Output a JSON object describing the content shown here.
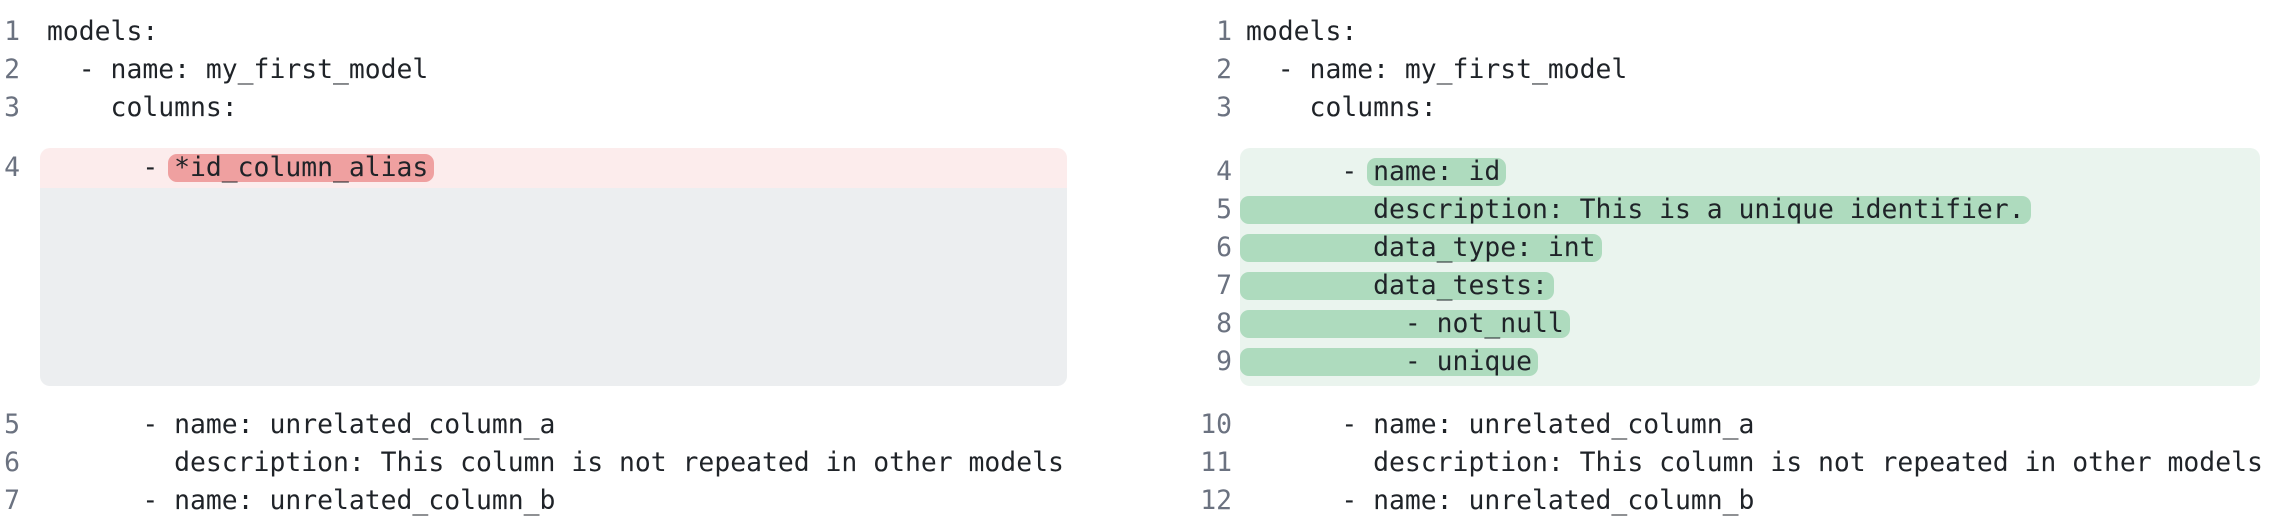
{
  "diff_view": {
    "kind": "split-diff",
    "language": "yaml",
    "panes": [
      {
        "side": "left",
        "variant": "removed",
        "sections": [
          {
            "kind": "context",
            "lines": [
              {
                "num": "1",
                "text": "models:"
              },
              {
                "num": "2",
                "text": "  - name: my_first_model"
              },
              {
                "num": "3",
                "text": "    columns:"
              }
            ]
          },
          {
            "kind": "changed",
            "lines": [
              {
                "num": "4",
                "segments": [
                  {
                    "text": "      - ",
                    "changed": false
                  },
                  {
                    "text": "*id_column_alias",
                    "changed": true
                  }
                ]
              }
            ],
            "spacer_height": 198
          },
          {
            "kind": "context",
            "lines": [
              {
                "num": "5",
                "text": "      - name: unrelated_column_a"
              },
              {
                "num": "6",
                "text": "        description: This column is not repeated in other models"
              },
              {
                "num": "7",
                "text": "      - name: unrelated_column_b"
              }
            ]
          }
        ]
      },
      {
        "side": "right",
        "variant": "added",
        "sections": [
          {
            "kind": "context",
            "lines": [
              {
                "num": "1",
                "text": "models:"
              },
              {
                "num": "2",
                "text": "  - name: my_first_model"
              },
              {
                "num": "3",
                "text": "    columns:"
              }
            ]
          },
          {
            "kind": "changed",
            "lines": [
              {
                "num": "4",
                "segments": [
                  {
                    "text": "      - ",
                    "changed": false
                  },
                  {
                    "text": "name: id",
                    "changed": true
                  }
                ]
              },
              {
                "num": "5",
                "segments": [
                  {
                    "text": "        description: This is a unique identifier.",
                    "changed": true
                  }
                ]
              },
              {
                "num": "6",
                "segments": [
                  {
                    "text": "        data_type: int",
                    "changed": true
                  }
                ]
              },
              {
                "num": "7",
                "segments": [
                  {
                    "text": "        data_tests:",
                    "changed": true
                  }
                ]
              },
              {
                "num": "8",
                "segments": [
                  {
                    "text": "          - not_null",
                    "changed": true
                  }
                ]
              },
              {
                "num": "9",
                "segments": [
                  {
                    "text": "          - unique",
                    "changed": true
                  }
                ]
              }
            ],
            "spacer_height": 0
          },
          {
            "kind": "context",
            "lines": [
              {
                "num": "10",
                "text": "      - name: unrelated_column_a"
              },
              {
                "num": "11",
                "text": "        description: This column is not repeated in other models"
              },
              {
                "num": "12",
                "text": "      - name: unrelated_column_b"
              }
            ]
          }
        ]
      }
    ],
    "colors": {
      "removed_line_bg": "#fcecec",
      "removed_token_bg": "#efa0a0",
      "added_line_bg": "#eaf4ee",
      "added_token_bg": "#aedbbe",
      "collapsed_spacer_bg": "#eceef0",
      "line_number": "#6b7280",
      "code_text": "#1f2328",
      "background": "#ffffff"
    }
  }
}
